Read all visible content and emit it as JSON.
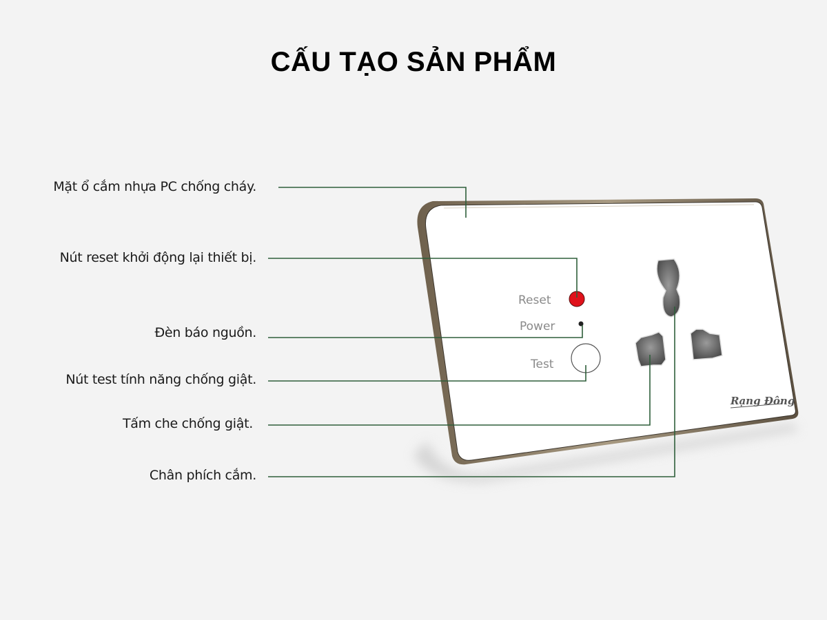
{
  "title": "CẤU TẠO SẢN PHẨM",
  "callouts": [
    {
      "id": "face",
      "label": "Mặt ổ cắm nhựa PC chống cháy."
    },
    {
      "id": "reset",
      "label": "Nút reset khởi động lại thiết bị."
    },
    {
      "id": "power-led",
      "label": "Đèn báo nguồn."
    },
    {
      "id": "test",
      "label": "Nút test tính năng chống giật."
    },
    {
      "id": "shutter",
      "label": "Tấm che chống giật."
    },
    {
      "id": "pins",
      "label": "Chân phích cắm."
    }
  ],
  "plate": {
    "reset_label": "Reset",
    "power_label": "Power",
    "test_label": "Test",
    "brand": "Rạng Đông"
  },
  "colors": {
    "background": "#f3f3f3",
    "leader_line": "#2e5e3a",
    "reset_button": "#e0121b",
    "frame": "#8a7a62"
  }
}
